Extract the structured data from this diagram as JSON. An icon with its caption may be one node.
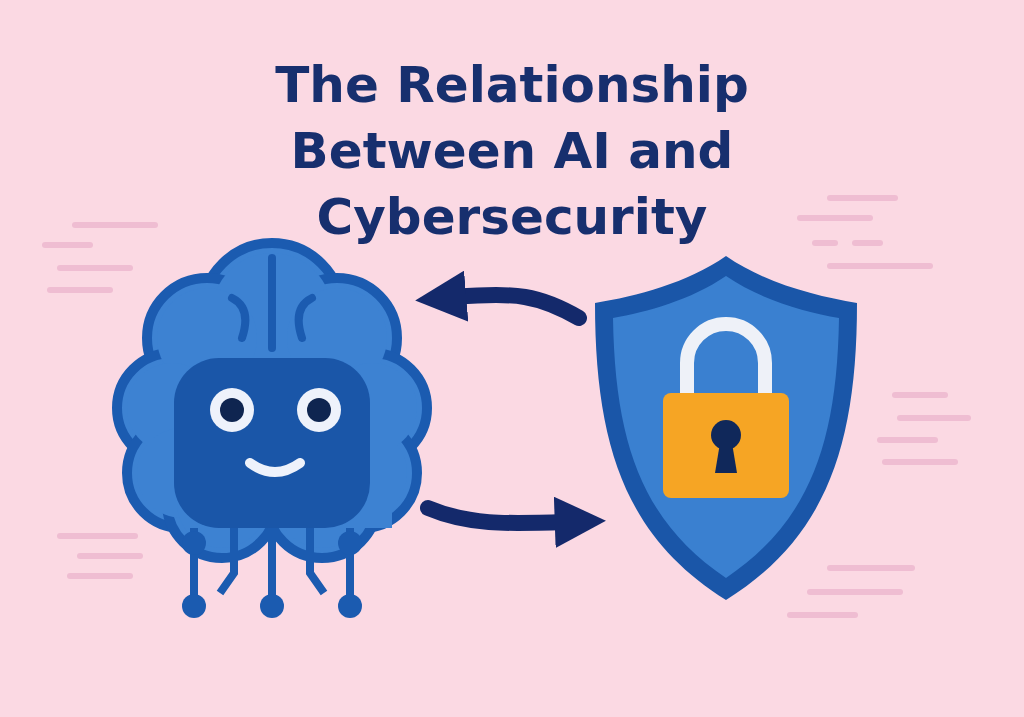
{
  "diagram": {
    "title": "The Relationship Between AI and Cybersecurity",
    "nodes": [
      {
        "text": [],
        "shape": "picture"
      },
      {
        "text": [],
        "shape": "picture"
      }
    ],
    "edges": [
      {
        "from": 1,
        "to": 0,
        "arrow": "to"
      },
      {
        "from": 0,
        "to": 1,
        "arrow": "to"
      }
    ]
  }
}
